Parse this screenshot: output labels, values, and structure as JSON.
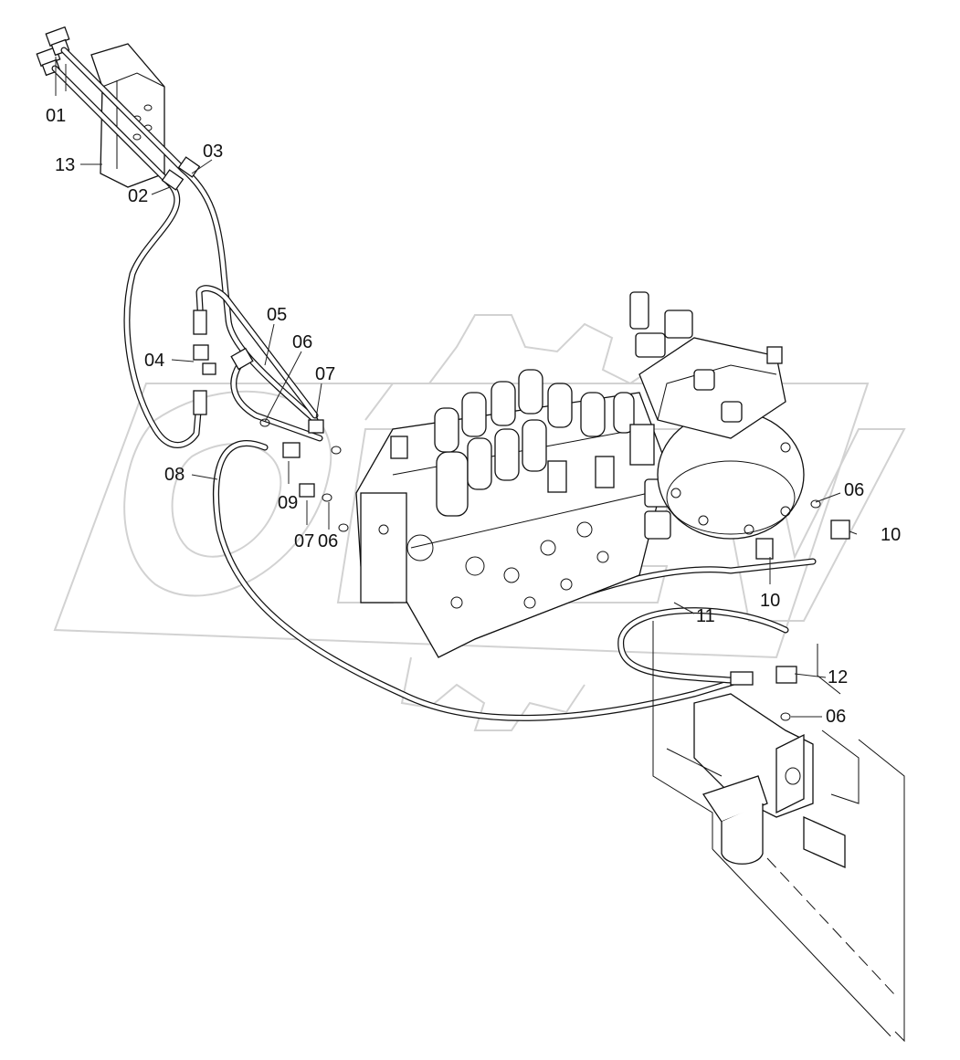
{
  "watermark": {
    "corner_text": ""
  },
  "callouts": [
    {
      "id": "c01a",
      "label": "01"
    },
    {
      "id": "c02",
      "label": "02"
    },
    {
      "id": "c03",
      "label": "03"
    },
    {
      "id": "c04",
      "label": "04"
    },
    {
      "id": "c05",
      "label": "05"
    },
    {
      "id": "c06a",
      "label": "06"
    },
    {
      "id": "c06b",
      "label": "06"
    },
    {
      "id": "c06c",
      "label": "06"
    },
    {
      "id": "c06d",
      "label": "06"
    },
    {
      "id": "c07a",
      "label": "07"
    },
    {
      "id": "c07b",
      "label": "07"
    },
    {
      "id": "c08",
      "label": "08"
    },
    {
      "id": "c09",
      "label": "09"
    },
    {
      "id": "c10a",
      "label": "10"
    },
    {
      "id": "c10b",
      "label": "10"
    },
    {
      "id": "c11",
      "label": "11"
    },
    {
      "id": "c12",
      "label": "12"
    },
    {
      "id": "c13",
      "label": "13"
    }
  ]
}
